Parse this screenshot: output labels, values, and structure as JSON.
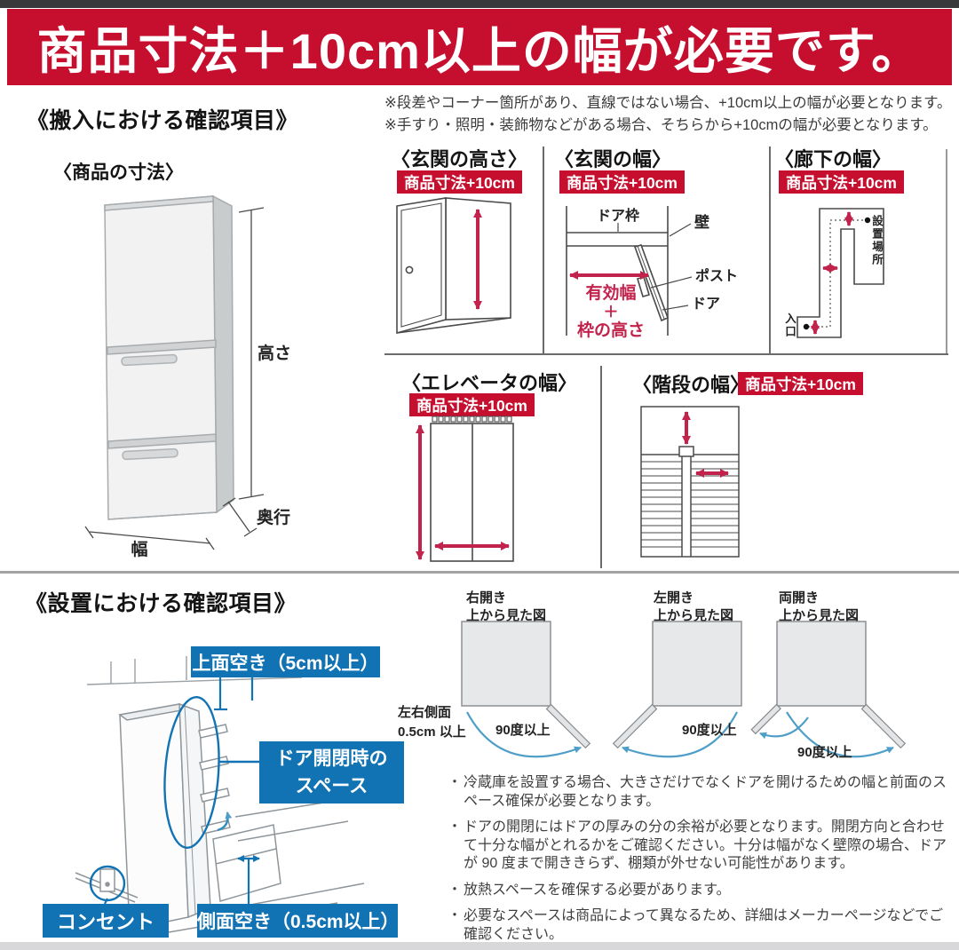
{
  "banner": {
    "text": "商品寸法＋10cm以上の幅が必要です。"
  },
  "notes": {
    "line1": "※段差やコーナー箇所があり、直線ではない場合、+10cm以上の幅が必要となります。",
    "line2": "※手すり・照明・装飾物などがある場合、そちらから+10cmの幅が必要となります。"
  },
  "badge_label": "商品寸法+10cm",
  "carry_in": {
    "heading": "《搬入における確認項目》",
    "product": {
      "title": "〈商品の寸法〉",
      "height": "高さ",
      "depth": "奥行",
      "width": "幅"
    },
    "entrance_height": {
      "title": "〈玄関の高さ〉"
    },
    "entrance_width": {
      "title": "〈玄関の幅〉",
      "wall": "壁",
      "door_frame": "ドア枠",
      "post": "ポスト",
      "door": "ドア",
      "m1": "有効幅",
      "m2": "＋",
      "m3": "枠の高さ"
    },
    "hallway": {
      "title": "〈廊下の幅〉",
      "place": "設置場所",
      "entrance": "入口"
    },
    "elevator": {
      "title": "〈エレベータの幅〉"
    },
    "stairs": {
      "title": "〈階段の幅〉"
    }
  },
  "install": {
    "heading": "《設置における確認項目》",
    "top_clearance": "上面空き（5cm以上）",
    "door_space1": "ドア開閉時の",
    "door_space2": "スペース",
    "outlet": "コンセント",
    "side_clearance": "側面空き（0.5cm以上）",
    "side_note1": "左右側面",
    "side_note2": "0.5cm 以上",
    "views": [
      {
        "title": "右開き",
        "subtitle": "上から見た図",
        "angle": "90度以上"
      },
      {
        "title": "左開き",
        "subtitle": "上から見た図",
        "angle": "90度以上"
      },
      {
        "title": "両開き",
        "subtitle": "上から見た図",
        "angle": "90度以上"
      }
    ],
    "bullet_marker": "・",
    "bullets": [
      "冷蔵庫を設置する場合、大きさだけでなくドアを開けるための幅と前面のスペース確保が必要となります。",
      "ドアの開閉にはドアの厚みの分の余裕が必要となります。開閉方向と合わせて十分な幅がとれるかをご確認ください。十分は幅がなく壁際の場合、ドアが 90 度まで開ききらず、棚類が外せない可能性があります。",
      "放熱スペースを確保する必要があります。",
      "必要なスペースは商品によって異なるため、詳細はメーカーページなどでご確認ください。"
    ]
  },
  "colors": {
    "red": "#c60f2f",
    "arrow_red": "#c2234c",
    "blue": "#1173b3",
    "arc_blue": "#4f9ec7"
  }
}
